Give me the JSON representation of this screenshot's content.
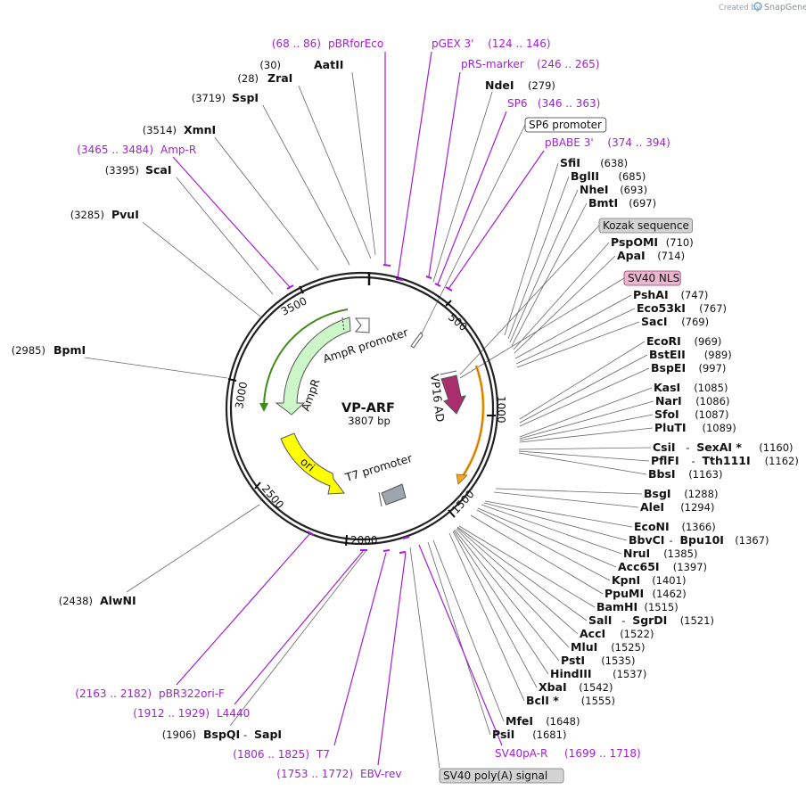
{
  "credit": {
    "prefix": "Created by",
    "brand": "SnapGene"
  },
  "plasmid": {
    "name": "VP-ARF",
    "size": "3807 bp"
  },
  "ring_ticks": [
    {
      "label": "500"
    },
    {
      "label": "1000"
    },
    {
      "label": "1500"
    },
    {
      "label": "2000"
    },
    {
      "label": "2500"
    },
    {
      "label": "3000"
    },
    {
      "label": "3500"
    }
  ],
  "features": {
    "ampr_promoter": "AmpR promoter",
    "ampr": "AmpR",
    "ori": "ori",
    "t7_promoter": "T7 promoter",
    "vp16": "VP16 AD"
  },
  "colors": {
    "primer": "#a21fd6",
    "ampr": "#ccf5c8",
    "ori": "#ffff00",
    "vp16": "#a82e6d",
    "orf": "#f5a623",
    "orf_ampr": "#3f8a1a",
    "backbone": "#222222"
  },
  "left_labels": [
    {
      "coord": "(30)",
      "name": "AatII",
      "kind": "enzyme"
    },
    {
      "coord": "(28)",
      "name": "ZraI",
      "kind": "enzyme"
    },
    {
      "coord": "(3719)",
      "name": "SspI",
      "kind": "enzyme"
    },
    {
      "coord": "(3514)",
      "name": "XmnI",
      "kind": "enzyme"
    },
    {
      "coord": "(3465 .. 3484)",
      "name": "Amp-R",
      "kind": "primer"
    },
    {
      "coord": "(3395)",
      "name": "ScaI",
      "kind": "enzyme"
    },
    {
      "coord": "(3285)",
      "name": "PvuI",
      "kind": "enzyme"
    },
    {
      "coord": "(2985)",
      "name": "BpmI",
      "kind": "enzyme"
    },
    {
      "coord": "(2438)",
      "name": "AlwNI",
      "kind": "enzyme"
    },
    {
      "coord": "(2163 .. 2182)",
      "name": "pBR322ori-F",
      "kind": "primer"
    },
    {
      "coord": "(1912 .. 1929)",
      "name": "L4440",
      "kind": "primer"
    },
    {
      "coord": "(1906)",
      "name": "BspQI",
      "name2": "SapI",
      "kind": "enzyme"
    },
    {
      "coord": "(1806 .. 1825)",
      "name": "T7",
      "kind": "primer"
    },
    {
      "coord": "(1753 .. 1772)",
      "name": "EBV-rev",
      "kind": "primer"
    }
  ],
  "top_labels": [
    {
      "coord": "(68 .. 86)",
      "name": "pBRforEco",
      "kind": "primer"
    },
    {
      "coord": "(124 .. 146)",
      "name": "pGEX 3'",
      "kind": "primer"
    },
    {
      "coord": "(246 .. 265)",
      "name": "pRS-marker",
      "kind": "primer"
    },
    {
      "coord": "(279)",
      "name": "NdeI",
      "kind": "enzyme"
    },
    {
      "coord": "(346 .. 363)",
      "name": "SP6",
      "kind": "primer"
    },
    {
      "name": "SP6 promoter",
      "kind": "box"
    },
    {
      "coord": "(374 .. 394)",
      "name": "pBABE 3'",
      "kind": "primer"
    }
  ],
  "right_labels": [
    {
      "coord": "(638)",
      "name": "SfiI",
      "kind": "enzyme"
    },
    {
      "coord": "(685)",
      "name": "BglII",
      "kind": "enzyme"
    },
    {
      "coord": "(693)",
      "name": "NheI",
      "kind": "enzyme"
    },
    {
      "coord": "(697)",
      "name": "BmtI",
      "kind": "enzyme"
    },
    {
      "name": "Kozak sequence",
      "kind": "box"
    },
    {
      "coord": "(710)",
      "name": "PspOMI",
      "kind": "enzyme"
    },
    {
      "coord": "(714)",
      "name": "ApaI",
      "kind": "enzyme"
    },
    {
      "name": "SV40 NLS",
      "kind": "box"
    },
    {
      "coord": "(747)",
      "name": "PshAI",
      "kind": "enzyme"
    },
    {
      "coord": "(767)",
      "name": "Eco53kI",
      "kind": "enzyme"
    },
    {
      "coord": "(769)",
      "name": "SacI",
      "kind": "enzyme"
    },
    {
      "coord": "(969)",
      "name": "EcoRI",
      "kind": "enzyme"
    },
    {
      "coord": "(989)",
      "name": "BstEII",
      "kind": "enzyme"
    },
    {
      "coord": "(997)",
      "name": "BspEI",
      "kind": "enzyme"
    },
    {
      "coord": "(1085)",
      "name": "KasI",
      "kind": "enzyme"
    },
    {
      "coord": "(1086)",
      "name": "NarI",
      "kind": "enzyme"
    },
    {
      "coord": "(1087)",
      "name": "SfoI",
      "kind": "enzyme"
    },
    {
      "coord": "(1089)",
      "name": "PluTI",
      "kind": "enzyme"
    },
    {
      "coord": "(1160)",
      "name": "CsiI",
      "name2": "SexAI *",
      "kind": "enzyme"
    },
    {
      "coord": "(1162)",
      "name": "PflFI",
      "name2": "Tth111I",
      "kind": "enzyme"
    },
    {
      "coord": "(1163)",
      "name": "BbsI",
      "kind": "enzyme"
    },
    {
      "coord": "(1288)",
      "name": "BsgI",
      "kind": "enzyme"
    },
    {
      "coord": "(1294)",
      "name": "AleI",
      "kind": "enzyme"
    },
    {
      "coord": "(1366)",
      "name": "EcoNI",
      "kind": "enzyme"
    },
    {
      "coord": "(1367)",
      "name": "BbvCI",
      "name2": "Bpu10I",
      "kind": "enzyme"
    },
    {
      "coord": "(1385)",
      "name": "NruI",
      "kind": "enzyme"
    },
    {
      "coord": "(1397)",
      "name": "Acc65I",
      "kind": "enzyme"
    },
    {
      "coord": "(1401)",
      "name": "KpnI",
      "kind": "enzyme"
    },
    {
      "coord": "(1462)",
      "name": "PpuMI",
      "kind": "enzyme"
    },
    {
      "coord": "(1515)",
      "name": "BamHI",
      "kind": "enzyme"
    },
    {
      "coord": "(1521)",
      "name": "SalI",
      "name2": "SgrDI",
      "kind": "enzyme"
    },
    {
      "coord": "(1522)",
      "name": "AccI",
      "kind": "enzyme"
    },
    {
      "coord": "(1525)",
      "name": "MluI",
      "kind": "enzyme"
    },
    {
      "coord": "(1535)",
      "name": "PstI",
      "kind": "enzyme"
    },
    {
      "coord": "(1537)",
      "name": "HindIII",
      "kind": "enzyme"
    },
    {
      "coord": "(1542)",
      "name": "XbaI",
      "kind": "enzyme"
    },
    {
      "coord": "(1555)",
      "name": "BclI *",
      "kind": "enzyme"
    },
    {
      "coord": "(1648)",
      "name": "MfeI",
      "kind": "enzyme"
    },
    {
      "coord": "(1681)",
      "name": "PsiI",
      "kind": "enzyme"
    },
    {
      "coord": "(1699 .. 1718)",
      "name": "SV40pA-R",
      "kind": "primer"
    },
    {
      "name": "SV40 poly(A) signal",
      "kind": "box"
    }
  ]
}
